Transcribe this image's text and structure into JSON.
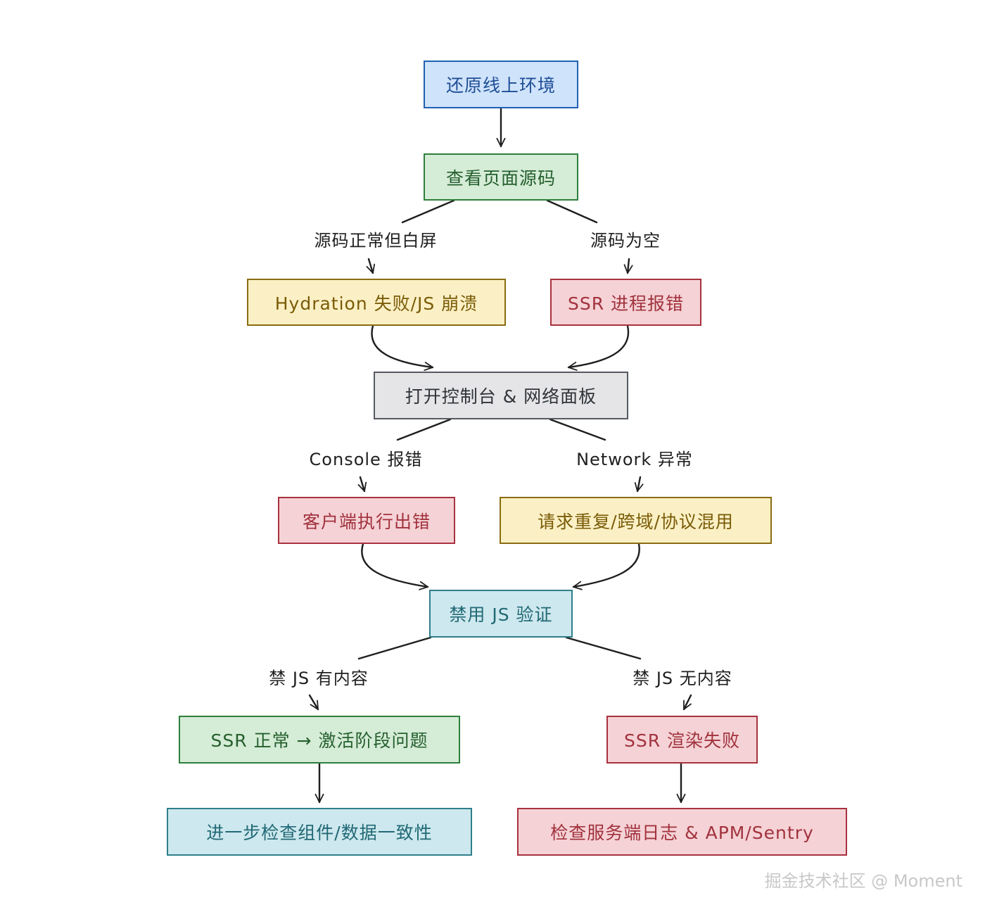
{
  "nodes": {
    "restore_env": "还原线上环境",
    "view_source": "查看页面源码",
    "hydration_fail": "Hydration 失败/JS 崩溃",
    "ssr_process_error": "SSR 进程报错",
    "open_console": "打开控制台 & 网络面板",
    "client_exec_error": "客户端执行出错",
    "request_issues": "请求重复/跨域/协议混用",
    "disable_js": "禁用 JS 验证",
    "ssr_ok_hydration": "SSR 正常 → 激活阶段问题",
    "ssr_render_fail": "SSR 渲染失败",
    "check_component_data": "进一步检查组件/数据一致性",
    "check_server_logs": "检查服务端日志 & APM/Sentry"
  },
  "edge_labels": {
    "source_ok_white": "源码正常但白屏",
    "source_empty": "源码为空",
    "console_error": "Console 报错",
    "network_error": "Network 异常",
    "nojs_has_content": "禁 JS 有内容",
    "nojs_no_content": "禁 JS 无内容"
  },
  "watermark": "掘金技术社区 @ Moment",
  "colors": {
    "blue": "#cfe3fb",
    "green": "#d5ecd7",
    "yellow": "#fbf0c5",
    "red": "#f5d2d6",
    "gray": "#e5e5e7",
    "cyan": "#cde8ee",
    "edge": "#1e1e1e"
  }
}
